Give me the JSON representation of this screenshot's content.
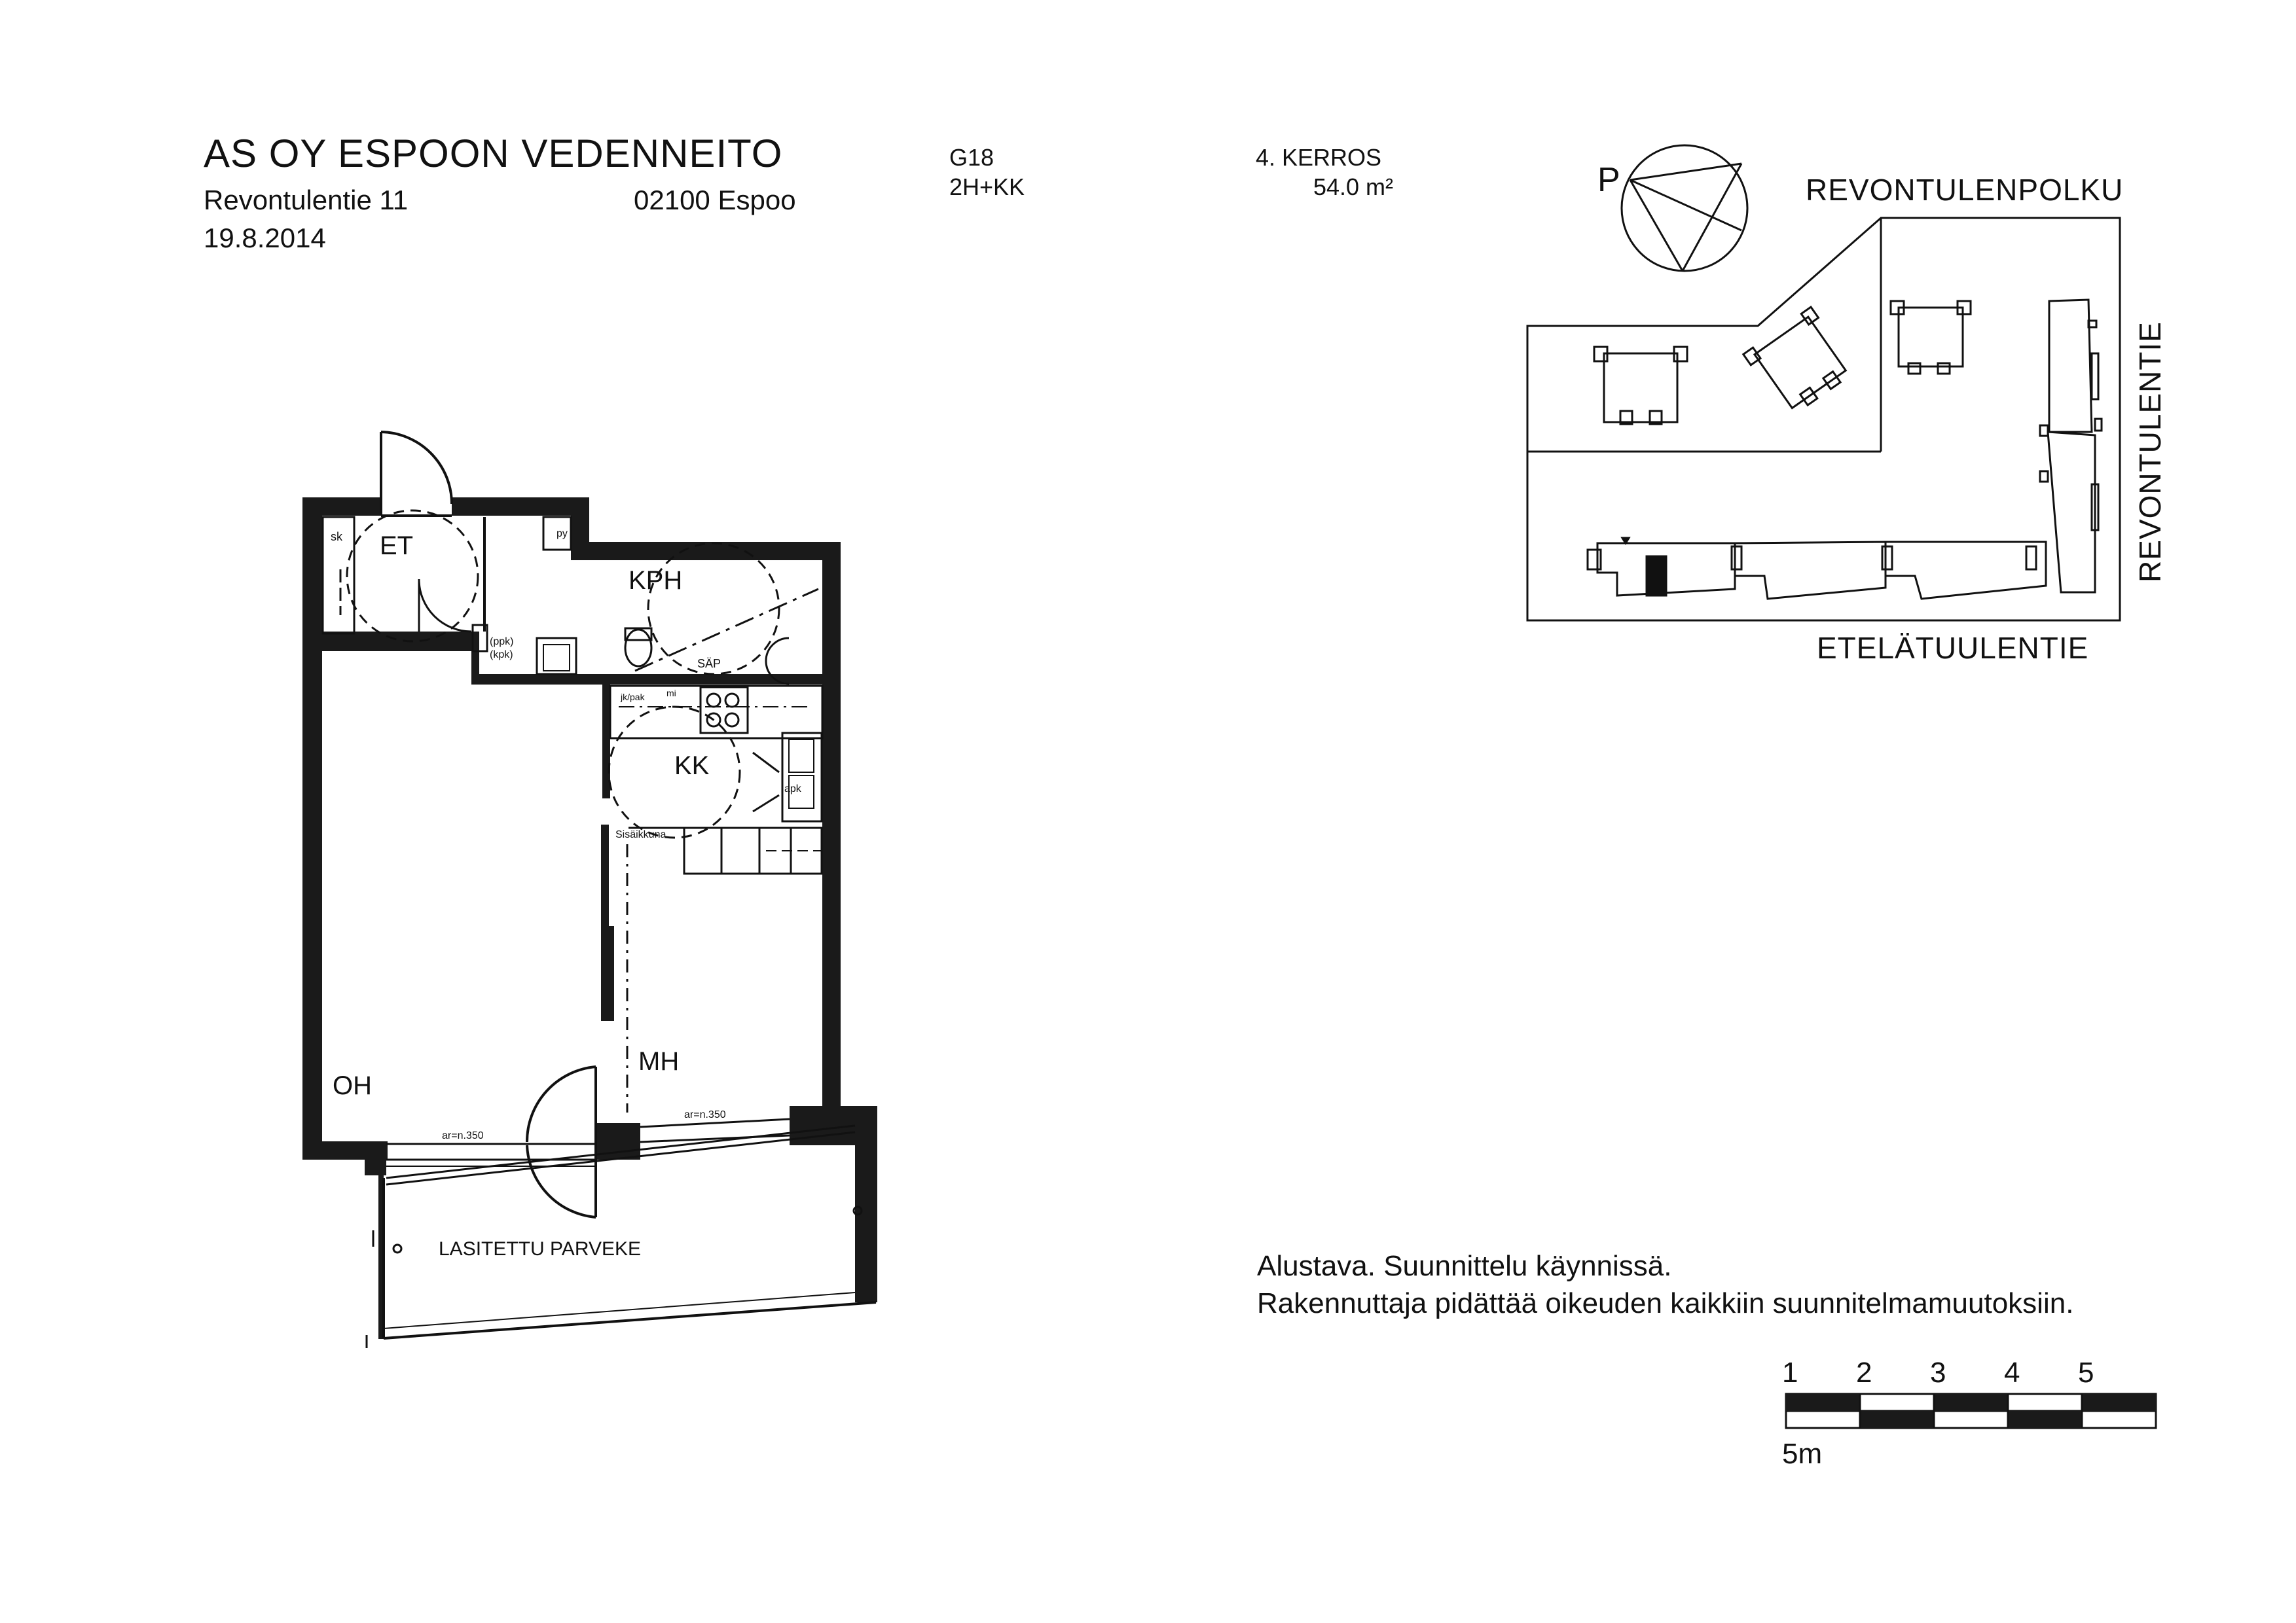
{
  "header": {
    "project": "AS OY ESPOON VEDENNEITO",
    "street": "Revontulentie 11",
    "zip_city": "02100 Espoo",
    "date": "19.8.2014",
    "apartment_id": "G18",
    "apartment_type": "2H+KK",
    "floor": "4. KERROS",
    "area": "54.0 m²"
  },
  "floorplan": {
    "rooms": {
      "et": "ET",
      "kph": "KPH",
      "kk": "KK",
      "oh": "OH",
      "mh": "MH",
      "balcony": "LASITETTU PARVEKE"
    },
    "small_labels": {
      "sk": "sk",
      "py": "py",
      "ppk_kpk": "(ppk)\n(kpk)",
      "sap": "SÄP",
      "jk_pak": "jk/pak",
      "mi": "mi",
      "apk": "apk",
      "sisaikkuna": "Sisäikkuna",
      "ar_left": "ar=n.350",
      "ar_right": "ar=n.350"
    }
  },
  "site_plan": {
    "north_label": "P",
    "street_top": "REVONTULENPOLKU",
    "street_right": "REVONTULENTIE",
    "street_bottom": "ETELÄTUULENTIE"
  },
  "notes": {
    "line1": "Alustava. Suunnittelu käynnissä.",
    "line2": "Rakennuttaja pidättää oikeuden kaikkiin suunnitelmamuutoksiin."
  },
  "scale_bar": {
    "ticks": [
      "1",
      "2",
      "3",
      "4",
      "5"
    ],
    "unit_label": "5m"
  }
}
